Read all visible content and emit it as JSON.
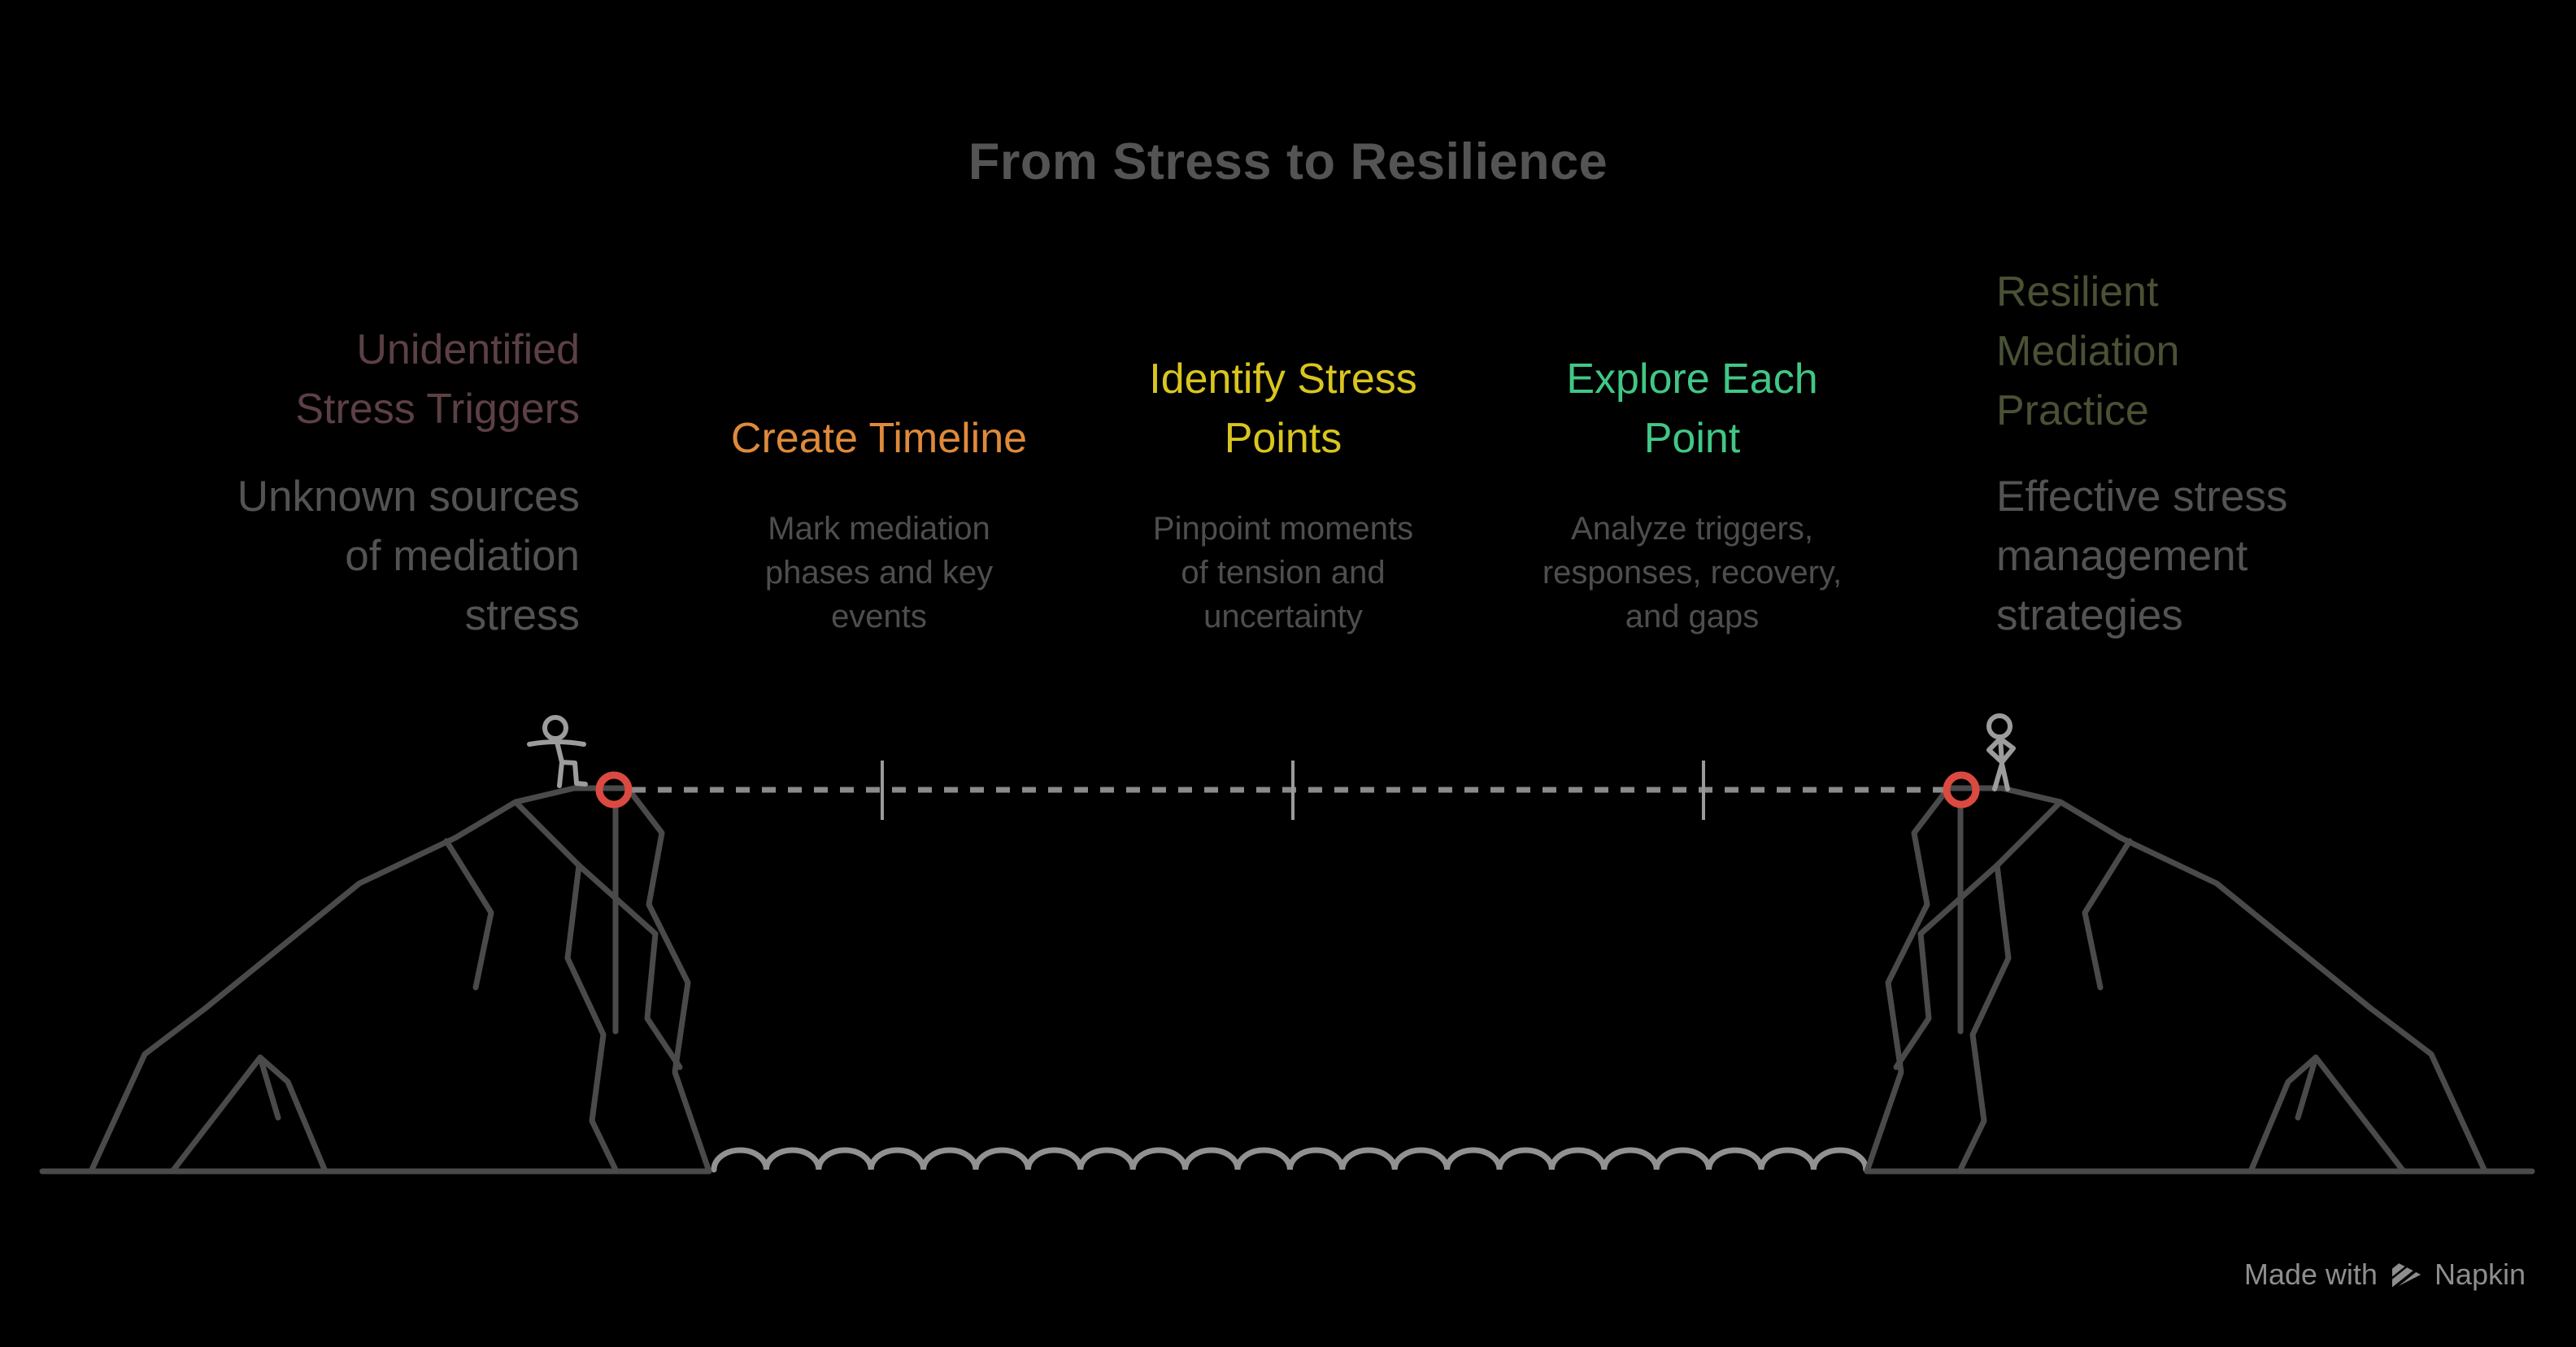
{
  "title": "From Stress to Resilience",
  "steps": [
    {
      "id": "unidentified-stress-triggers",
      "heading_lines": [
        "Unidentified",
        "Stress Triggers"
      ],
      "body_lines": [
        "Unknown sources",
        "of mediation",
        "stress"
      ],
      "accent_color": "#5C4045",
      "align": "right"
    },
    {
      "id": "create-timeline",
      "heading_lines": [
        "Create Timeline"
      ],
      "body_lines": [
        "Mark mediation",
        "phases and key",
        "events"
      ],
      "accent_color": "#DE8A3B",
      "align": "center"
    },
    {
      "id": "identify-stress-points",
      "heading_lines": [
        "Identify Stress",
        "Points"
      ],
      "body_lines": [
        "Pinpoint moments",
        "of tension and",
        "uncertainty"
      ],
      "accent_color": "#D9C51F",
      "align": "center"
    },
    {
      "id": "explore-each-point",
      "heading_lines": [
        "Explore Each",
        "Point"
      ],
      "body_lines": [
        "Analyze triggers,",
        "responses, recovery,",
        "and gaps"
      ],
      "accent_color": "#41C785",
      "align": "center"
    },
    {
      "id": "resilient-mediation-practice",
      "heading_lines": [
        "Resilient",
        "Mediation",
        "Practice"
      ],
      "body_lines": [
        "Effective stress",
        "management",
        "strategies"
      ],
      "accent_color": "#4A5134",
      "align": "left"
    }
  ],
  "illustration": {
    "anchor_ring_color": "#DB4A41",
    "rope_color": "#8A8A8A",
    "cliff_line_color": "#4A4A4A",
    "figure_color": "#9C9C9C",
    "water_color": "#919191",
    "background_color": "#000000"
  },
  "footer": {
    "made_with_label": "Made with",
    "brand_label": "Napkin",
    "color": "#8E8E8E"
  }
}
